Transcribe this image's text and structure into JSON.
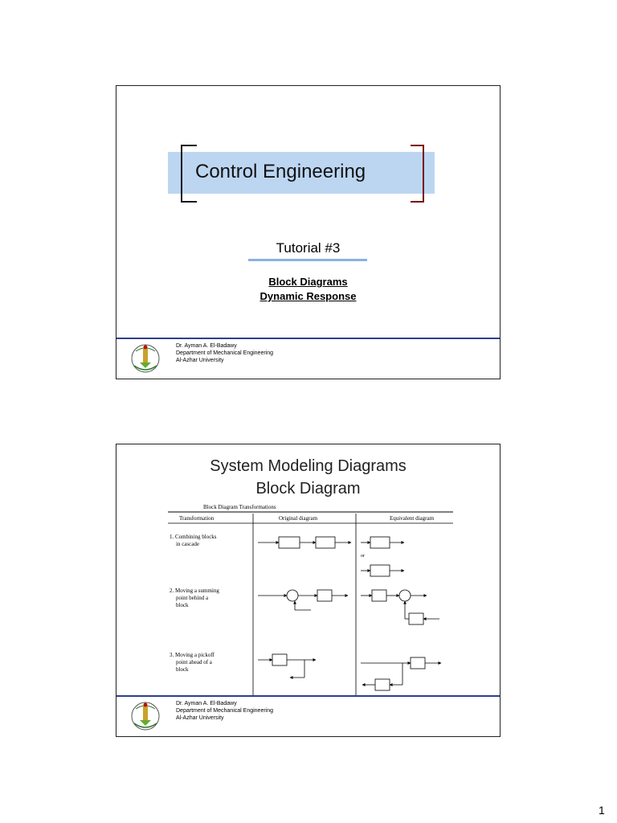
{
  "slide1": {
    "title": "Control Engineering",
    "tutorial": "Tutorial #3",
    "subtitle1": "Block Diagrams",
    "subtitle2": "Dynamic Response"
  },
  "footer": {
    "line1": "Dr. Ayman A. El-Badawy",
    "line2": "Department of Mechanical Engineering",
    "line3": "Al-Azhar University"
  },
  "slide2": {
    "title1": "System Modeling Diagrams",
    "title2": "Block Diagram",
    "table_caption": "Block Diagram Transformations",
    "headers": [
      "Transformation",
      "Original diagram",
      "Equivalent diagram"
    ],
    "rows": [
      {
        "label1": "1. Combining blocks",
        "label2": "in cascade",
        "label3": ""
      },
      {
        "label1": "2. Moving a summing",
        "label2": "point behind a",
        "label3": "block"
      },
      {
        "label1": "3. Moving a pickoff",
        "label2": "point ahead of a",
        "label3": "block"
      }
    ],
    "or_text": "or"
  },
  "page_number": "1"
}
